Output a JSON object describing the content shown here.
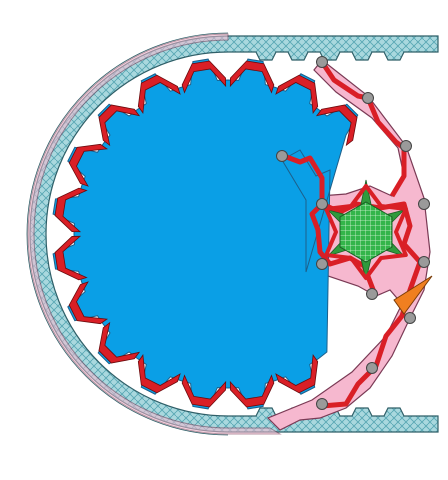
{
  "colors": {
    "background": "#ffffff",
    "belt_fill": "#a9d8de",
    "belt_pattern": "#5aa8b4",
    "belt_outline": "#2f5f68",
    "housing_fill": "#f6b8cf",
    "housing_outline": "#7a3a55",
    "wheel_fill": "#0a9fe6",
    "tooth_red": "#d91f26",
    "tooth_dark": "#6b0a0d",
    "pivot_fill": "#9a9a9a",
    "pivot_outline": "#444444",
    "hub_fill": "#33b54a",
    "hub_grid": "#d8f5d8",
    "spike_fill": "#2f9a3c",
    "wedge_fill": "#f07f20"
  },
  "shapes": {
    "belt": "patterned-belt",
    "housing": "pink-housing",
    "wheel": "blue-gear-wheel",
    "hub": "green-hex-hub",
    "wedge": "orange-wedge"
  }
}
